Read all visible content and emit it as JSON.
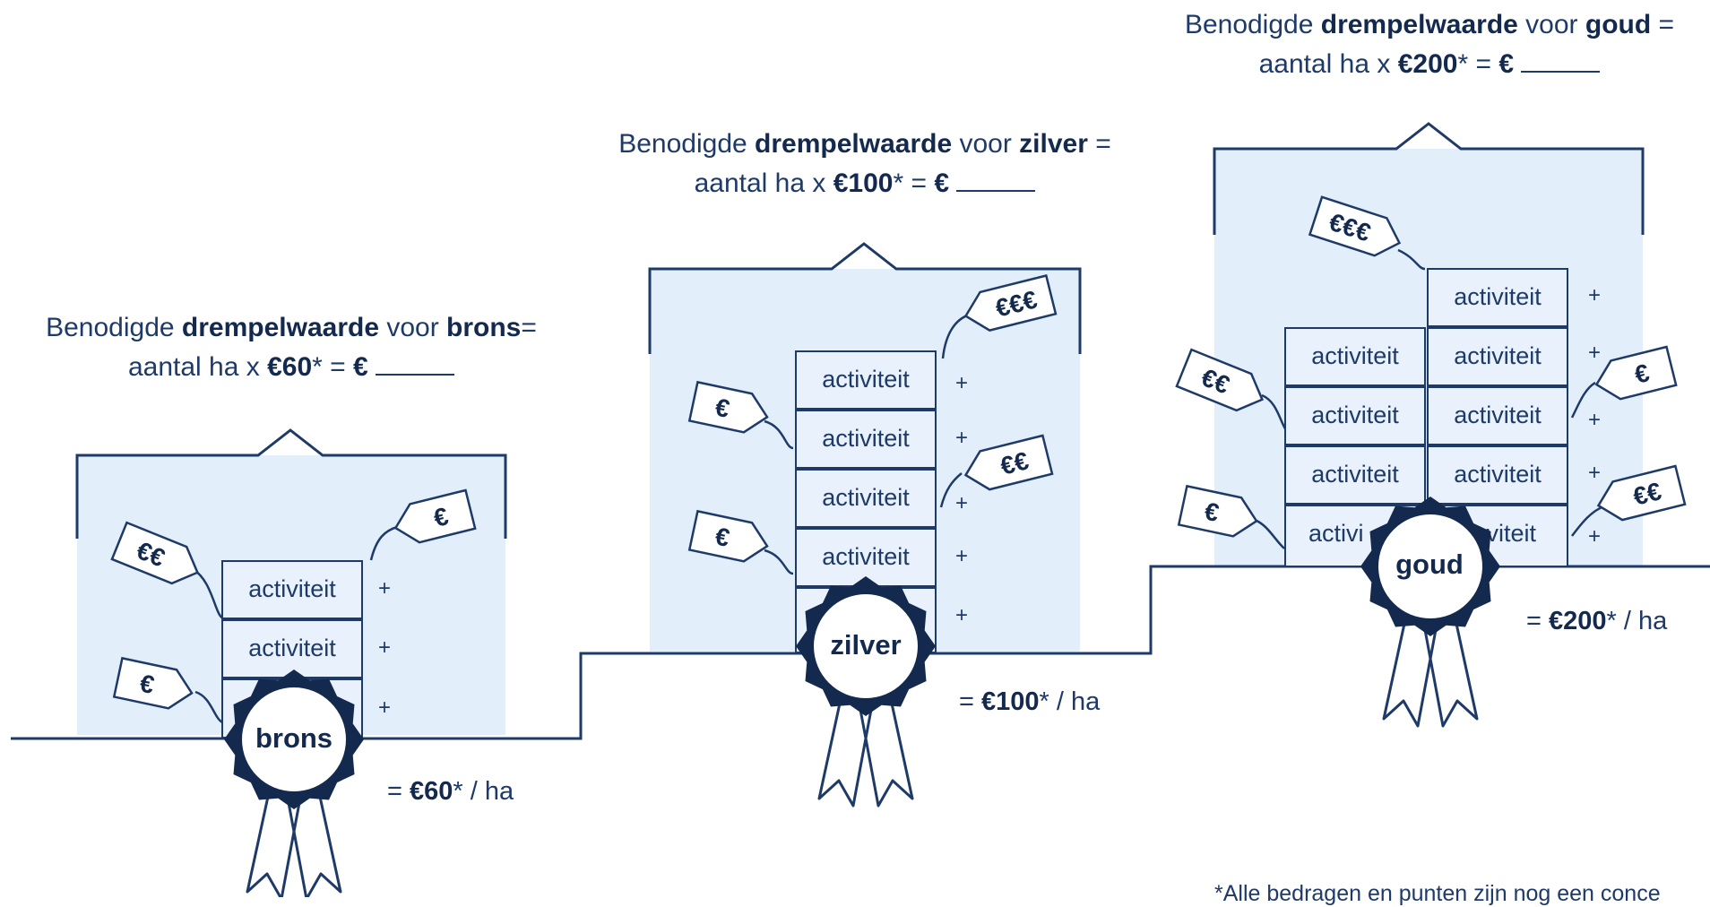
{
  "tiers": [
    {
      "id": "brons",
      "heading": {
        "prefix": "Benodigde ",
        "bold1": "drempelwaarde",
        "mid": " voor ",
        "bold2": "brons",
        "suffix": "=",
        "line2_prefix": "aantal ha x ",
        "amount": "€60",
        "line2_suffix": "* = "
      },
      "euro_sign": "€",
      "activities": [
        "activiteit",
        "activiteit"
      ],
      "plus": "+",
      "medal": "brons",
      "rate": {
        "prefix": "= ",
        "amount": "€60",
        "suffix": "* / ha"
      },
      "tags": [
        "€€",
        "€",
        "€"
      ]
    },
    {
      "id": "zilver",
      "heading": {
        "prefix": "Benodigde ",
        "bold1": "drempelwaarde",
        "mid": " voor ",
        "bold2": "zilver",
        "suffix": " =",
        "line2_prefix": "aantal ha x ",
        "amount": "€100",
        "line2_suffix": "* = "
      },
      "euro_sign": "€",
      "activities": [
        "activiteit",
        "activiteit",
        "activiteit",
        "activiteit"
      ],
      "plus": "+",
      "medal": "zilver",
      "rate": {
        "prefix": "= ",
        "amount": "€100",
        "suffix": "* / ha"
      },
      "tags": [
        "€€€",
        "€",
        "€€",
        "€"
      ]
    },
    {
      "id": "goud",
      "heading": {
        "prefix": "Benodigde ",
        "bold1": "drempelwaarde",
        "mid": " voor ",
        "bold2": "goud",
        "suffix": " =",
        "line2_prefix": "aantal ha x ",
        "amount": "€200",
        "line2_suffix": "* = "
      },
      "euro_sign": "€",
      "activities": [
        "activiteit",
        "activiteit",
        "activiteit",
        "activiteit",
        "activiteit",
        "activiteit",
        "activiteit",
        "activi",
        "viteit"
      ],
      "plus": "+",
      "medal": "goud",
      "rate": {
        "prefix": "= ",
        "amount": "€200",
        "suffix": "* / ha"
      },
      "tags": [
        "€€€",
        "€€",
        "€",
        "€",
        "€€"
      ]
    }
  ],
  "footnote": "*Alle bedragen en punten zijn nog een conce",
  "colors": {
    "navy": "#1e3a68",
    "dark_navy": "#13294e",
    "panel": "#e3eefb"
  }
}
